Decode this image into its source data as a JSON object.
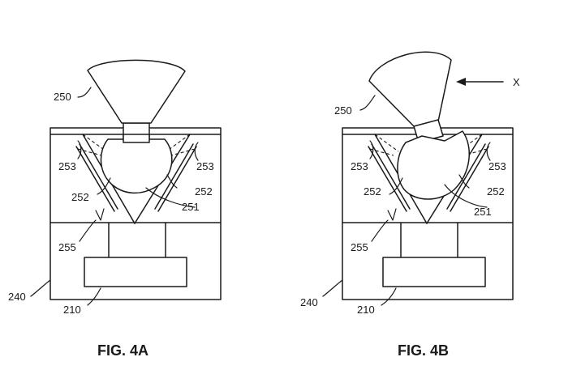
{
  "figures": [
    {
      "caption": "FIG. 4A",
      "labels": {
        "nozzle": "250",
        "ball": "251",
        "plate_left": "252",
        "plate_right": "252",
        "arm_left": "253",
        "arm_right": "253",
        "cavity": "255",
        "module": "210",
        "housing": "240"
      }
    },
    {
      "caption": "FIG. 4B",
      "labels": {
        "nozzle": "250",
        "ball": "251",
        "plate_left": "252",
        "plate_right": "252",
        "arm_left": "253",
        "arm_right": "253",
        "cavity": "255",
        "module": "210",
        "housing": "240",
        "force": "X"
      }
    }
  ]
}
